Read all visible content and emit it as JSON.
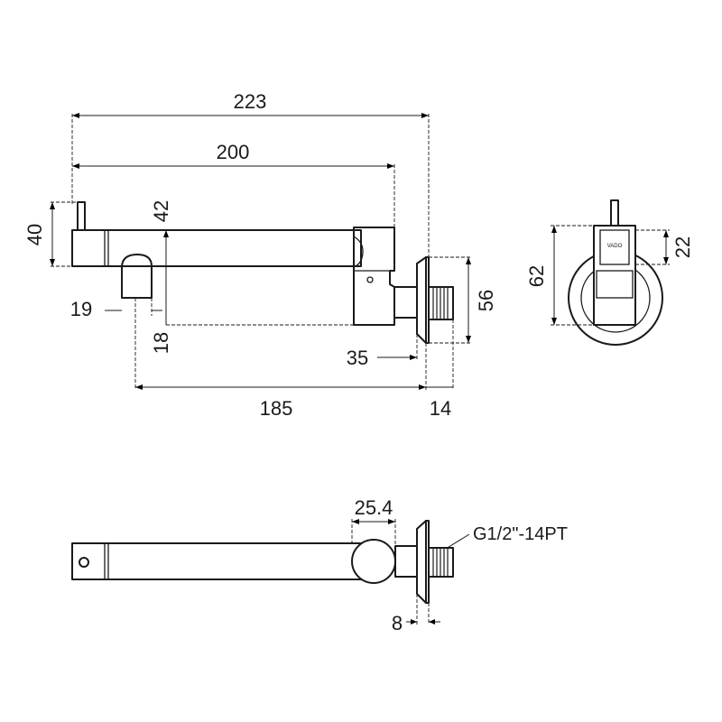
{
  "drawing": {
    "dimensions": {
      "overall_length": "223",
      "spout_length": "200",
      "handle_height": "40",
      "body_height": "42",
      "outlet_width": "19",
      "outlet_drop": "18",
      "reach": "185",
      "flange_depth": "14",
      "flange_diameter": "56",
      "offset": "35",
      "end_flange_diameter": "62",
      "end_handle_height": "22",
      "body_diameter": "25.4",
      "flange_thickness": "8"
    },
    "thread_spec": "G1/2\"-14PT",
    "logo": "VADO"
  }
}
